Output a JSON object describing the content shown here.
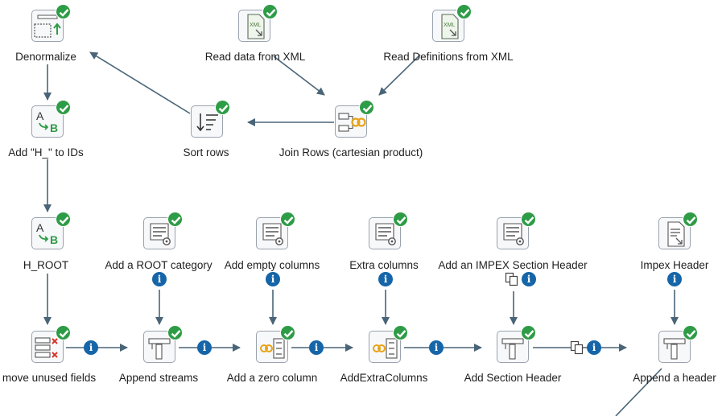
{
  "steps": {
    "denormalize": "Denormalize",
    "read_xml": "Read data from XML",
    "read_defs": "Read Definitions from XML",
    "add_h": "Add \"H_\" to IDs",
    "sort_rows": "Sort rows",
    "join_rows": "Join Rows (cartesian product)",
    "h_root": "H_ROOT",
    "add_root_cat": "Add a ROOT category",
    "add_empty_cols": "Add empty columns",
    "extra_cols": "Extra columns",
    "impex_section": "Add an IMPEX Section Header",
    "impex_header": "Impex Header",
    "remove_unused": "move unused fields",
    "append_streams": "Append streams",
    "add_zero": "Add a zero column",
    "add_extra": "AddExtraColumns",
    "add_section": "Add Section Header",
    "append_header": "Append a header"
  },
  "icons": {
    "denormalize": "denormaliser-icon",
    "read_xml": "xml-input-icon",
    "read_defs": "xml-input-icon",
    "add_h": "string-replace-icon",
    "sort_rows": "sort-rows-icon",
    "join_rows": "join-rows-icon",
    "h_root": "string-replace-icon",
    "add_root_cat": "data-grid-icon",
    "add_empty_cols": "data-grid-icon",
    "extra_cols": "data-grid-icon",
    "impex_section": "data-grid-icon",
    "impex_header": "text-file-input-icon",
    "remove_unused": "select-values-icon",
    "append_streams": "append-streams-icon",
    "add_zero": "calculator-icon",
    "add_extra": "calculator-icon",
    "add_section": "append-streams-icon",
    "append_header": "append-streams-icon"
  },
  "colors": {
    "check": "#2e9c46",
    "info": "#1565a8",
    "hop": "#4a6578"
  }
}
